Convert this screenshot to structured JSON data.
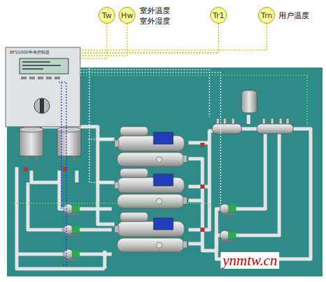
{
  "diagram": {
    "nodes": [
      {
        "text": [
          "Tw"
        ]
      },
      {
        "text": [
          "Hw"
        ]
      },
      {
        "text": [
          "Tr1"
        ]
      },
      {
        "text": [
          "Trn"
        ]
      },
      {
        "text": [
          "BFS1000中央控制器"
        ]
      }
    ],
    "edges": [
      {
        "from": 0,
        "to": 4,
        "arrow": "none"
      },
      {
        "from": 1,
        "to": 4,
        "arrow": "none"
      },
      {
        "from": 2,
        "to": 4,
        "arrow": "none"
      },
      {
        "from": 3,
        "to": 4,
        "arrow": "none"
      }
    ],
    "labels": [
      "室外温度",
      "室外湿度",
      "用户温度",
      "ynmtw.cn"
    ]
  }
}
